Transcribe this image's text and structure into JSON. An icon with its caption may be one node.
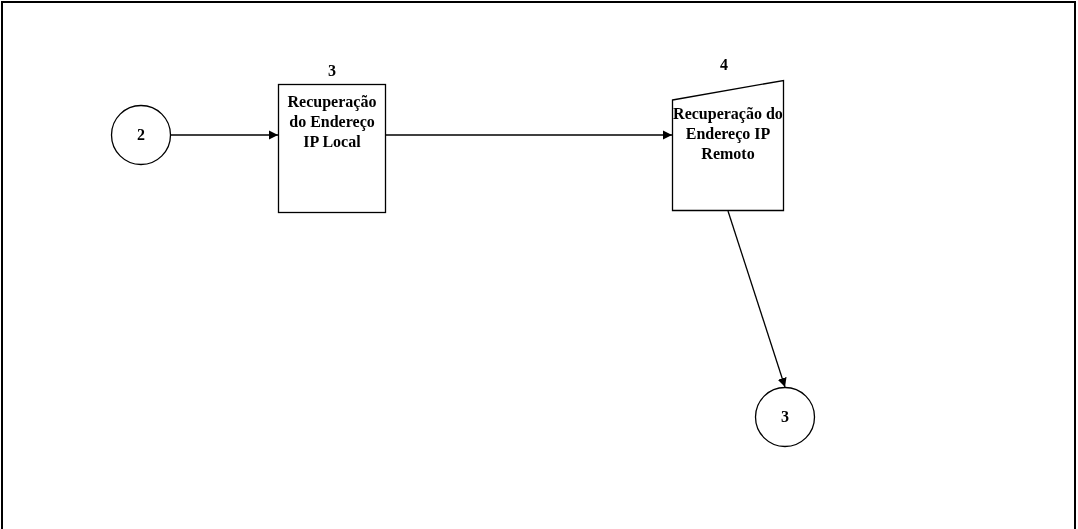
{
  "diagram": {
    "nodes": [
      {
        "text": [
          "2"
        ]
      },
      {
        "text": [
          "Recuperação do Endereço IP Local"
        ],
        "beside": [
          "3"
        ]
      },
      {
        "text": [
          "Recuperação do Endereço IP Remoto"
        ],
        "beside": [
          "4"
        ]
      },
      {
        "text": [
          "3"
        ]
      }
    ],
    "edges": [
      {
        "from": 0,
        "to": 1,
        "arrow": "to"
      },
      {
        "from": 1,
        "to": 2,
        "arrow": "to"
      },
      {
        "from": 2,
        "to": 3,
        "arrow": "to"
      }
    ]
  }
}
